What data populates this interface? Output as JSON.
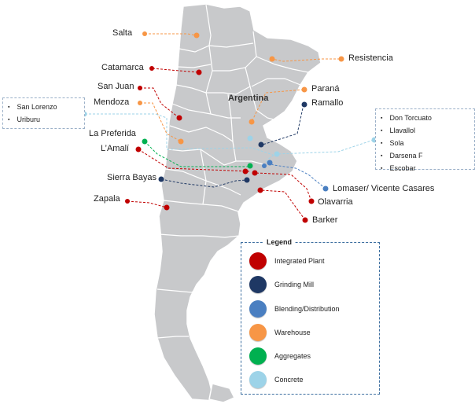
{
  "map": {
    "country_label": "Argentina",
    "colors": {
      "land": "#c8c9cb",
      "border": "#ffffff",
      "integrated_plant": "#c00000",
      "grinding_mill": "#1f3864",
      "blending_distribution": "#4a7fc1",
      "warehouse": "#f79646",
      "aggregates": "#00b050",
      "concrete": "#9dd3e8"
    }
  },
  "cities": {
    "salta": "Salta",
    "resistencia": "Resistencia",
    "catamarca": "Catamarca",
    "san_juan": "San Juan",
    "parana": "Paraná",
    "mendoza": "Mendoza",
    "ramallo": "Ramallo",
    "la_preferida": "La Preferida",
    "l_amali": "L’Amalí",
    "sierra_bayas": "Sierra Bayas",
    "lomaser": "Lomaser/ Vicente Casares",
    "zapala": "Zapala",
    "olavarria": "Olavarria",
    "barker": "Barker"
  },
  "left_list": [
    "San Lorenzo",
    "Uriburu"
  ],
  "right_list": [
    "Don Torcuato",
    "Llavallol",
    "Sola",
    "Darsena F",
    "Escobar"
  ],
  "legend": {
    "title": "Legend",
    "items": [
      {
        "label": "Integrated Plant",
        "color": "#c00000"
      },
      {
        "label": "Grinding Mill",
        "color": "#1f3864"
      },
      {
        "label": "Blending/Distribution",
        "color": "#4a7fc1"
      },
      {
        "label": "Warehouse",
        "color": "#f79646"
      },
      {
        "label": "Aggregates",
        "color": "#00b050"
      },
      {
        "label": "Concrete",
        "color": "#9dd3e8"
      }
    ]
  }
}
